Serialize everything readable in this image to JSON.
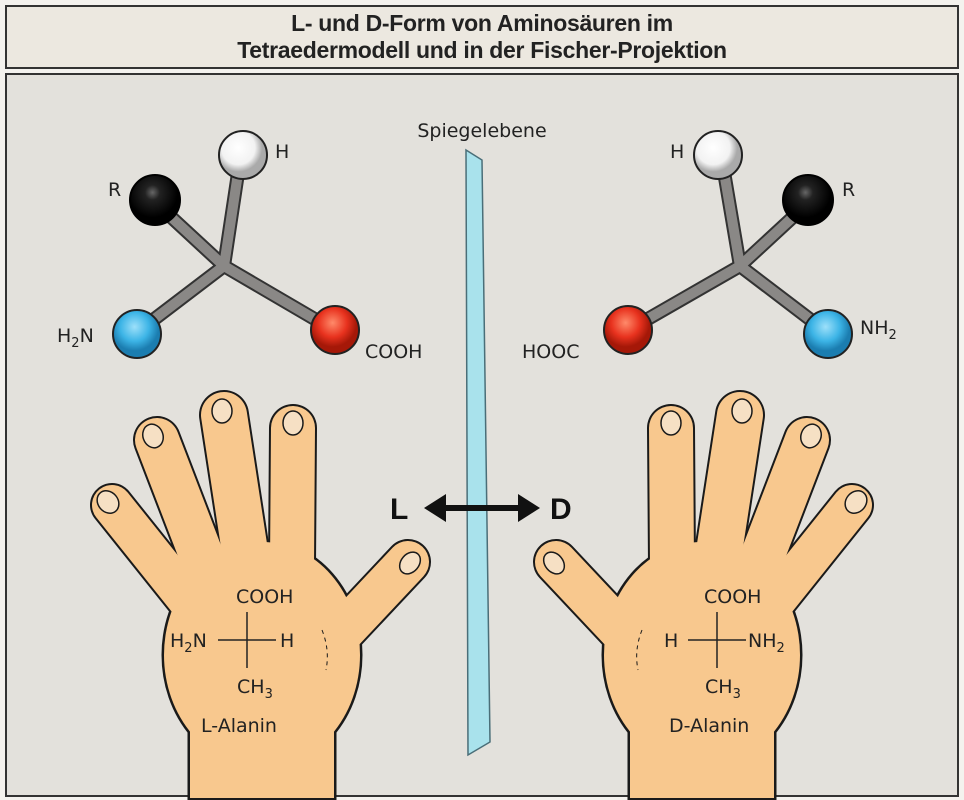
{
  "title": {
    "line1": "L- und D-Form von Aminosäuren im",
    "line2": "Tetraedermodell und in der Fischer-Projektion"
  },
  "mirror_label": "Spiegelebene",
  "left_molecule": {
    "h": "H",
    "r": "R",
    "nh2": "H",
    "nh2_sub": "2",
    "nh2_n": "N",
    "cooh": "COOH"
  },
  "right_molecule": {
    "h": "H",
    "r": "R",
    "nh2": "NH",
    "nh2_sub": "2",
    "cooh": "HOOC"
  },
  "arrow": {
    "left": "L",
    "right": "D"
  },
  "left_fischer": {
    "top": "COOH",
    "left": "H",
    "left_sub": "2",
    "left_n": "N",
    "right": "H",
    "bottom": "CH",
    "bottom_sub": "3",
    "name": "L-Alanin"
  },
  "right_fischer": {
    "top": "COOH",
    "left": "H",
    "right": "NH",
    "right_sub": "2",
    "bottom": "CH",
    "bottom_sub": "3",
    "name": "D-Alanin"
  },
  "colors": {
    "hand": "#f8c88e",
    "mirror": "#a9e2ec",
    "oxygen": "#e8321e",
    "nitrogen": "#3cb4e6",
    "carbon_r": "#111111",
    "hydrogen": "#ffffff",
    "bond": "#7a7876"
  }
}
